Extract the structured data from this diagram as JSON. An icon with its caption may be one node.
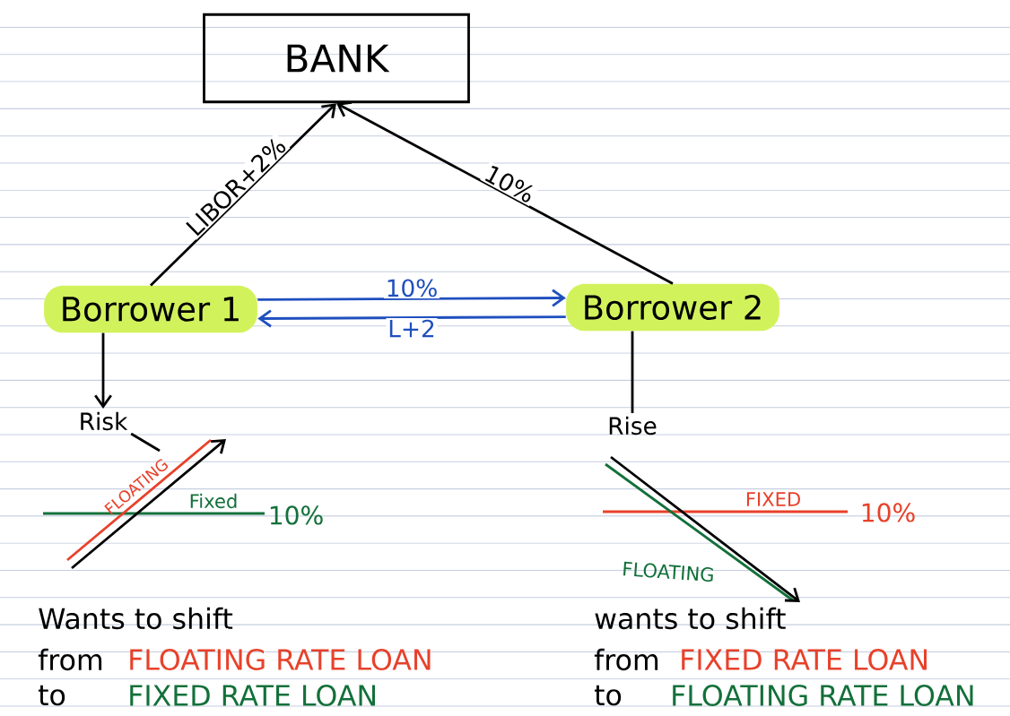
{
  "diagram": {
    "nodes": [
      {
        "text": [
          "BANK"
        ]
      },
      {
        "text": [
          "Borrower 1"
        ]
      },
      {
        "text": [
          "Borrower 2"
        ]
      },
      {
        "text": [
          "Risk"
        ]
      },
      {
        "text": [
          "Rise"
        ]
      }
    ],
    "edges": [
      {
        "from": 1,
        "to": 0,
        "arrow": "to",
        "label": "LIBOR+2%"
      },
      {
        "from": 2,
        "to": 0,
        "arrow": "to",
        "label": "10%"
      },
      {
        "from": 1,
        "to": 2,
        "arrow": "to",
        "label": "10%",
        "color": "#1f4fbf"
      },
      {
        "from": 2,
        "to": 1,
        "arrow": "to",
        "label": "L+2",
        "color": "#1f4fbf"
      },
      {
        "from": 1,
        "to": 3,
        "arrow": "to"
      },
      {
        "from": 2,
        "to": 4,
        "arrow": "none"
      },
      {
        "from": 3,
        "to": null,
        "arrow": "none"
      }
    ],
    "labels": [
      "FLOATING",
      "Fixed",
      "10%",
      "FIXED",
      "10%",
      "FLOATING",
      "Wants to shift",
      "from",
      "FLOATING RATE LOAN",
      "to",
      "FIXED RATE LOAN",
      "wants to shift",
      "from",
      "FIXED RATE LOAN",
      "to",
      "FLOATING RATE LOAN"
    ]
  }
}
